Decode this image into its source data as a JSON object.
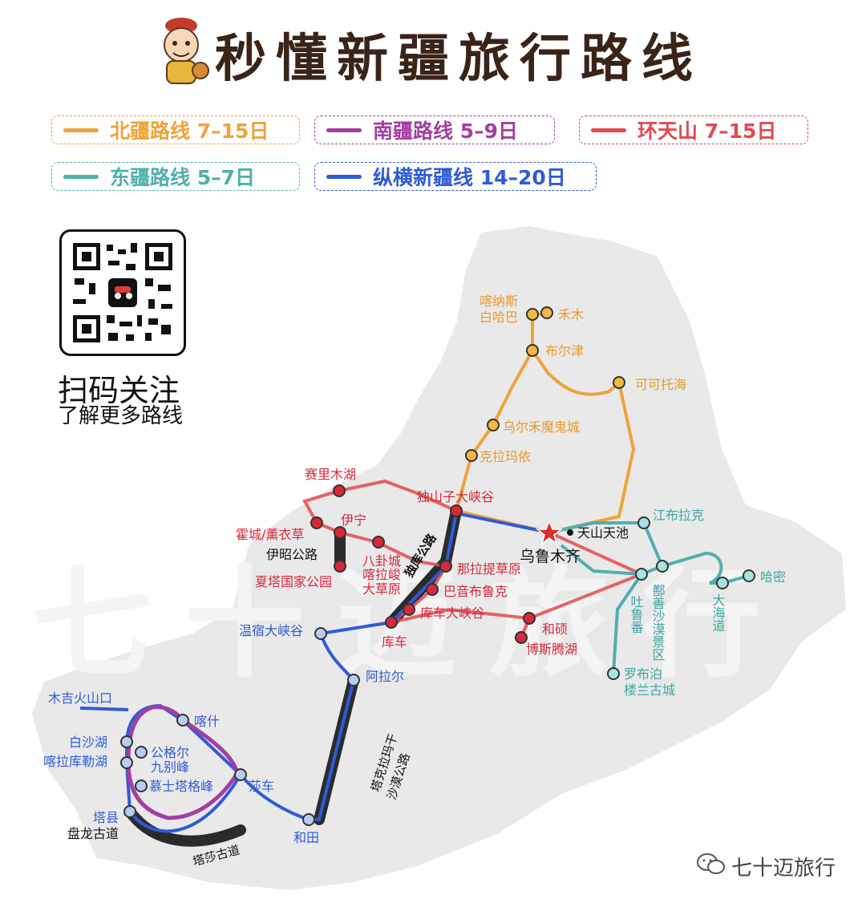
{
  "title": "秒懂新疆旅行路线",
  "legend": [
    {
      "label": "北疆路线  7–15日",
      "color": "#eea33a"
    },
    {
      "label": "南疆路线  5–9日",
      "color": "#a33ea0"
    },
    {
      "label": "环天山  7–15日",
      "color": "#e24a4f"
    },
    {
      "label": "东疆路线  5–7日",
      "color": "#4fb0ac"
    },
    {
      "label": "纵横新疆线  14–20日",
      "color": "#2f5bd8"
    }
  ],
  "qr": {
    "title": "扫码关注",
    "subtitle": "了解更多路线"
  },
  "watermark": "七十迈旅行",
  "background_watermark": "七十迈旅行",
  "colors": {
    "north": "#eea33a",
    "south": "#a33ea0",
    "loop": "#e24a4f",
    "east": "#4fb0ac",
    "cross": "#2f5bd8",
    "north_dot": "#f3b843",
    "loop_dot": "#d8283c",
    "east_dot": "#a8e3df",
    "cross_dot": "#b8cbf0",
    "region": "#e9e9e9",
    "highway": "#2b2b2b"
  },
  "capital": {
    "label": "乌鲁木齐",
    "icon": "star-icon"
  },
  "places": {
    "kanas": "喀纳斯",
    "baihaba": "白哈巴",
    "hemu": "禾木",
    "burqin": "布尔津",
    "keketuohai": "可可托海",
    "wuerhe": "乌尔禾魔鬼城",
    "karamay": "克拉玛依",
    "sayram": "赛里木湖",
    "dushanzi": "独山子大峡谷",
    "yining": "伊宁",
    "huocheng": "霍城/薰衣草",
    "yizhao": "伊昭公路",
    "xiata": "夏塔国家公园",
    "bagua1": "八卦城",
    "bagua2": "喀拉峻",
    "bagua3": "大草原",
    "nalati": "那拉提草原",
    "bayinbuluke": "巴音布鲁克",
    "kuchegorge": "库车大峡谷",
    "kuche": "库车",
    "heshuo": "和硕",
    "bosten": "博斯腾湖",
    "tianchi": "天山天池",
    "jiangbulake": "江布拉克",
    "turpan": "吐鲁番",
    "shanshan": "鄯善沙漠景区",
    "dahaidao": "大海道",
    "hami": "哈密",
    "loulan1": "罗布泊",
    "loulan2": "楼兰古城",
    "wensu": "温宿大峡谷",
    "alaer": "阿拉尔",
    "mujihuo": "木吉火山口",
    "kashi": "喀什",
    "baishahu": "白沙湖",
    "kalakule": "喀拉库勒湖",
    "gongge1": "公格尔",
    "gongge2": "九别峰",
    "muztagh": "慕士塔格峰",
    "shache": "莎车",
    "taxian": "塔县",
    "panlong": "盘龙古道",
    "hetian": "和田"
  },
  "roads": {
    "duku": "独库公路",
    "desert1": "塔克拉玛干",
    "desert2": "沙漠公路",
    "tasha": "塔莎古道"
  }
}
